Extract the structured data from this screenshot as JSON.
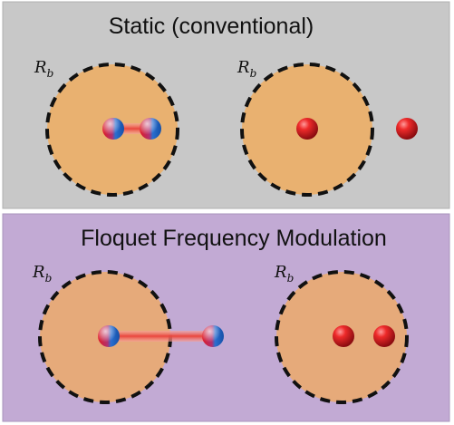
{
  "colors": {
    "top_panel": "#c8c8c8",
    "bottom_panel": "#c2aad4",
    "blockade_disk": "#e9b170",
    "blockade_disk_lower": "#e6aa7a",
    "dash": "#111111",
    "atom_red": "#e01b24",
    "atom_blue": "#1f6fd0",
    "bond": "#f0605a"
  },
  "top_panel": {
    "title": "Static (conventional)",
    "left": {
      "label_main": "R",
      "label_sub": "b"
    },
    "right": {
      "label_main": "R",
      "label_sub": "b"
    }
  },
  "bottom_panel": {
    "title": "Floquet Frequency Modulation",
    "left": {
      "label_main": "R",
      "label_sub": "b"
    },
    "right": {
      "label_main": "R",
      "label_sub": "b"
    }
  }
}
